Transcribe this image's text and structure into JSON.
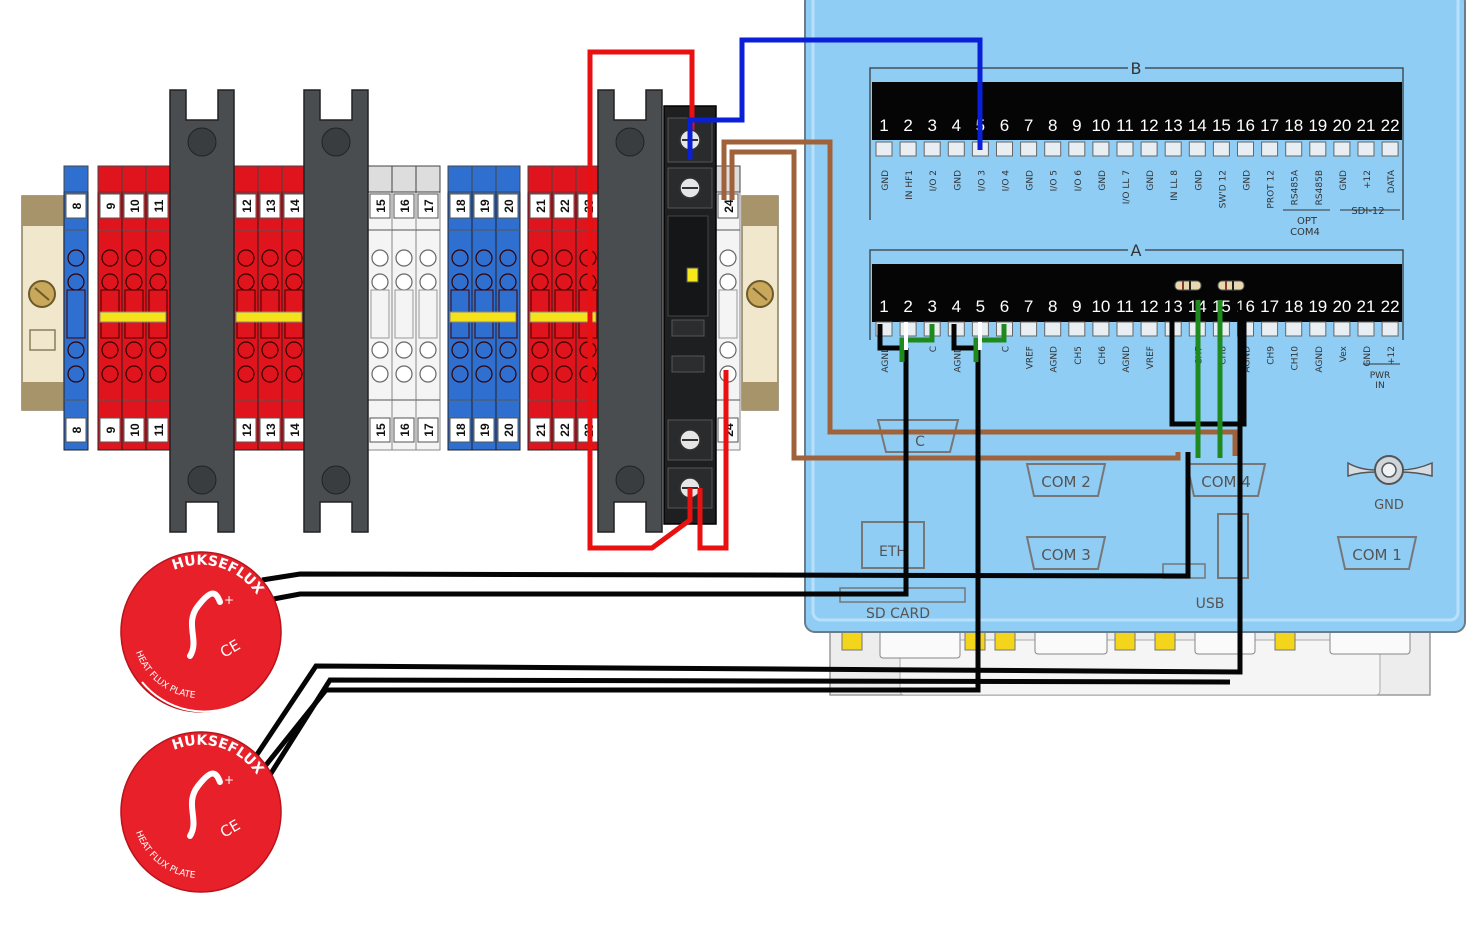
{
  "terminal_block": {
    "labels_top": [
      "8",
      "9",
      "10",
      "11",
      "12",
      "13",
      "14",
      "15",
      "16",
      "17",
      "18",
      "19",
      "20",
      "21",
      "22",
      "23",
      "24"
    ],
    "labels_bottom": [
      "8",
      "9",
      "10",
      "11",
      "12",
      "13",
      "14",
      "15",
      "16",
      "17",
      "18",
      "19",
      "20",
      "21",
      "22",
      "23",
      "24"
    ]
  },
  "logger": {
    "row_b": {
      "title": "B",
      "pins": [
        "1",
        "2",
        "3",
        "4",
        "5",
        "6",
        "7",
        "8",
        "9",
        "10",
        "11",
        "12",
        "13",
        "14",
        "15",
        "16",
        "17",
        "18",
        "19",
        "20",
        "21",
        "22"
      ],
      "labels": [
        "GND",
        "IN HF1",
        "I/O 2",
        "GND",
        "I/O 3",
        "I/O 4",
        "GND",
        "I/O 5",
        "I/O 6",
        "GND",
        "I/O LL 7",
        "GND",
        "IN LL 8",
        "GND",
        "SW'D 12",
        "GND",
        "PROT 12",
        "RS485A",
        "RS485B",
        "GND",
        "+12",
        "DATA"
      ],
      "group_opt": "OPT",
      "group_com4": "COM4",
      "group_sdi": "SDI-12"
    },
    "row_a": {
      "title": "A",
      "pins": [
        "1",
        "2",
        "3",
        "4",
        "5",
        "6",
        "7",
        "8",
        "9",
        "10",
        "11",
        "12",
        "13",
        "14",
        "15",
        "16",
        "17",
        "18",
        "19",
        "20",
        "21",
        "22"
      ],
      "labels": [
        "AGND",
        "",
        "C",
        "AGND",
        "",
        "C",
        "VREF",
        "AGND",
        "CH5",
        "CH6",
        "AGND",
        "VREF",
        "",
        "CH7",
        "CH8",
        "AGND",
        "CH9",
        "CH10",
        "AGND",
        "Vex",
        "GND",
        "+12"
      ],
      "group_pwr": "PWR",
      "group_in": "IN"
    },
    "ports": {
      "c": "C",
      "com2": "COM 2",
      "com4": "COM 4",
      "com3": "COM 3",
      "com1": "COM 1",
      "eth": "ETH",
      "gnd": "GND",
      "sd_card": "SD CARD",
      "usb": "USB"
    }
  },
  "sensors": [
    {
      "brand": "HUKSEFLUX",
      "product": "HEAT FLUX PLATE",
      "mark": "CE"
    },
    {
      "brand": "HUKSEFLUX",
      "product": "HEAT FLUX PLATE",
      "mark": "CE"
    }
  ],
  "colors": {
    "logger_blue": "#8fcdf5",
    "wire_red": "#e81010",
    "wire_blue": "#0a1fd8",
    "wire_brown": "#a0623a",
    "wire_black": "#050505",
    "wire_green": "#1e8a1e",
    "sensor_red": "#e8202a",
    "block_red": "#e0141c",
    "block_blue": "#2f6fd0"
  }
}
